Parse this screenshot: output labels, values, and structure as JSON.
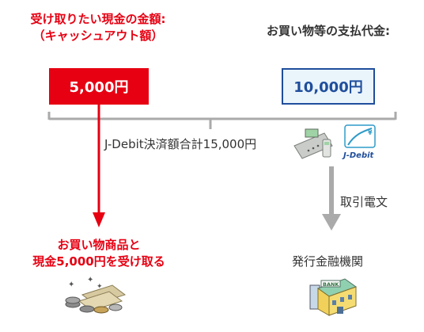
{
  "left_title_line1": "受け取りたい現金の金額:",
  "left_title_line2": "（キャッシュアウト額）",
  "right_title": "お買い物等の支払代金:",
  "cashout_amount": "5,000円",
  "purchase_amount": "10,000円",
  "total_label": "J-Debit決済額合計15,000円",
  "transaction_label": "取引電文",
  "receive_line1": "お買い物商品と",
  "receive_line2": "現金5,000円を受け取る",
  "bank_label": "発行金融機関",
  "jdebit_logo_text": "J-Debit",
  "bank_sign_text": "BANK",
  "yen_symbol": "¥",
  "colors": {
    "red": "#e60012",
    "blue": "#1f4e9c",
    "gray": "#aaaaaa"
  }
}
